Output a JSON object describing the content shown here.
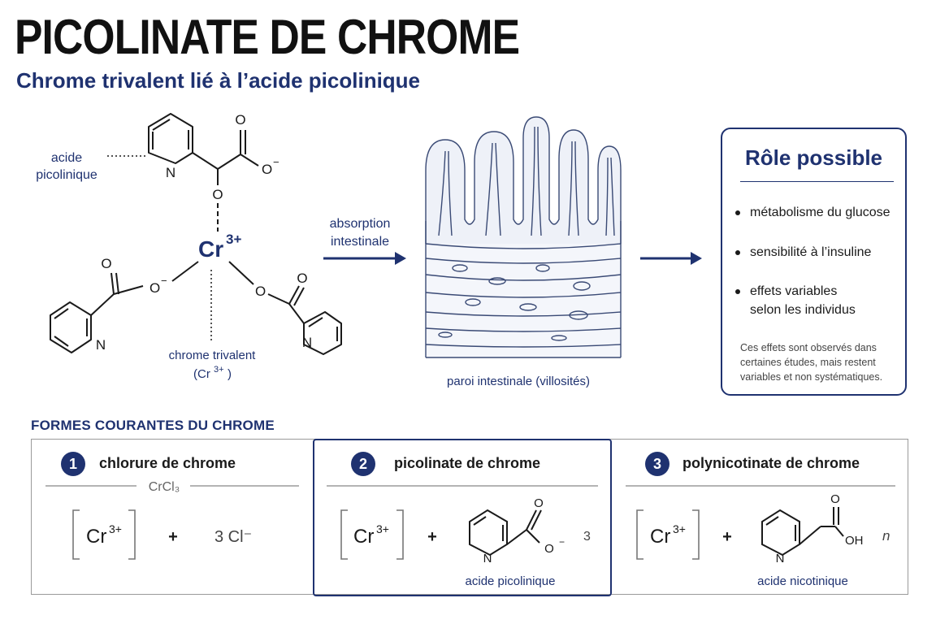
{
  "header": {
    "title": "PICOLINATE DE CHROME",
    "subtitle": "Chrome trivalent lié à l’acide picolinique"
  },
  "molecule": {
    "center": "Cr",
    "center_charge": "3+",
    "ligand_label_line1": "acide",
    "ligand_label_line2": "picolinique",
    "trivalent_label_line1": "chrome trivalent",
    "trivalent_label_line2": "(Cr",
    "trivalent_label_charge": "3+",
    "trivalent_label_close": ")",
    "atom_o": "O",
    "atom_o_minus": "O",
    "atom_n": "N",
    "minus": "−"
  },
  "absorption": {
    "arrow_label_line1": "absorption",
    "arrow_label_line2": "intestinale",
    "wall_caption": "paroi intestinale (villosités)"
  },
  "role": {
    "title": "Rôle possible",
    "items": [
      "métabolisme du glucose",
      "sensibilité à l’insuline",
      "effets variables\nselon les individus"
    ],
    "note": "Ces effets sont observés dans certaines études, mais restent variables et non systématiques."
  },
  "forms": {
    "section_title": "FORMES COURANTES DU CHROME",
    "items": [
      {
        "number": "1",
        "name": "chlorure de chrome",
        "formula": "CrCl₃",
        "cation": "Cr",
        "charge": "3+",
        "plus": "+",
        "anion": "3 Cl⁻"
      },
      {
        "number": "2",
        "name": "picolinate de chrome",
        "ligand": "acide picolinique",
        "cation": "Cr",
        "charge": "3+",
        "plus": "+",
        "multiplier": "3"
      },
      {
        "number": "3",
        "name": "polynicotinate de chrome",
        "ligand": "acide nicotinique",
        "cation": "Cr",
        "charge": "3+",
        "plus": "+",
        "multiplier": "n",
        "oh": "OH"
      }
    ]
  },
  "colors": {
    "navy": "#1f3270",
    "ink": "#1a1a1a"
  }
}
